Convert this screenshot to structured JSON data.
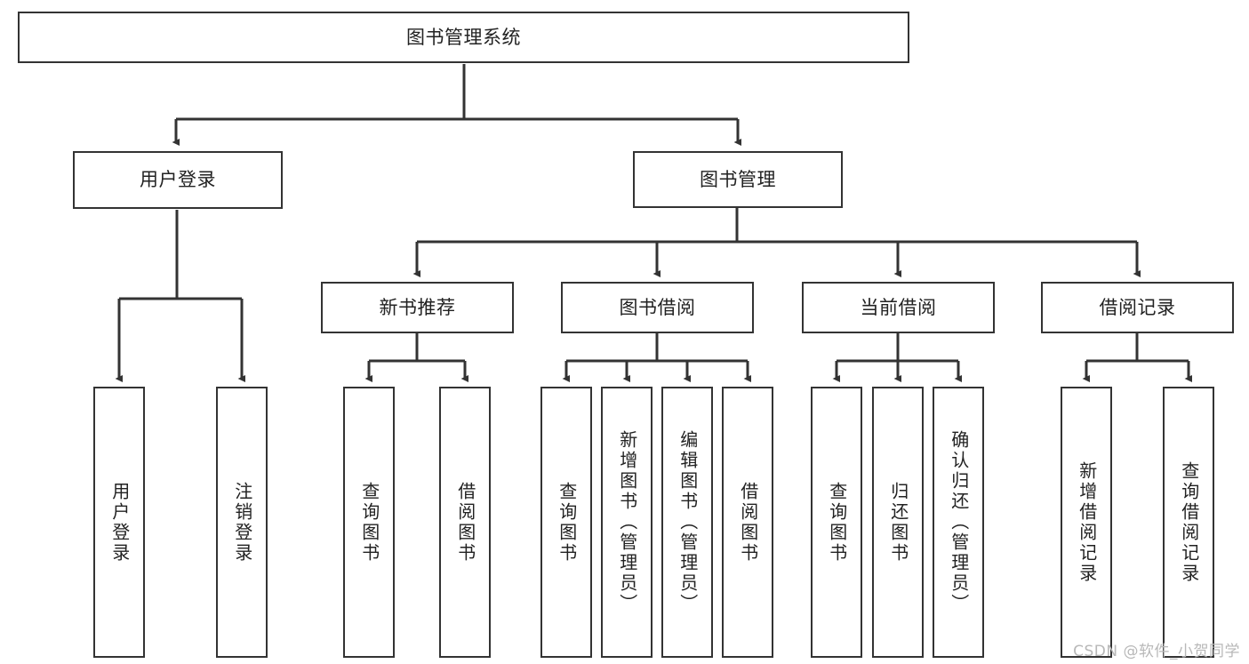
{
  "diagram": {
    "type": "tree-hierarchy",
    "title": "图书管理系统",
    "orientation": "top-down",
    "line_color": "#333333",
    "box_fill": "#ffffff",
    "text_color": "#222222",
    "background": "#ffffff",
    "levels": 4,
    "nodes": {
      "root": {
        "label": "图书管理系统",
        "level": 0,
        "orientation": "horizontal"
      },
      "l1_user_login": {
        "label": "用户登录",
        "level": 1,
        "orientation": "horizontal"
      },
      "l1_book_manage": {
        "label": "图书管理",
        "level": 1,
        "orientation": "horizontal"
      },
      "l2_new_book_rec": {
        "label": "新书推荐",
        "level": 2,
        "orientation": "horizontal"
      },
      "l2_book_borrow": {
        "label": "图书借阅",
        "level": 2,
        "orientation": "horizontal"
      },
      "l2_current_borrow": {
        "label": "当前借阅",
        "level": 2,
        "orientation": "horizontal"
      },
      "l2_borrow_record": {
        "label": "借阅记录",
        "level": 2,
        "orientation": "horizontal"
      },
      "l3_user_login": {
        "label": "用户登录",
        "level": 3,
        "orientation": "vertical"
      },
      "l3_logout_login": {
        "label": "注销登录",
        "level": 3,
        "orientation": "vertical"
      },
      "l3_query_book_a": {
        "label": "查询图书",
        "level": 3,
        "orientation": "vertical"
      },
      "l3_borrow_book_a": {
        "label": "借阅图书",
        "level": 3,
        "orientation": "vertical"
      },
      "l3_query_book_b": {
        "label": "查询图书",
        "level": 3,
        "orientation": "vertical"
      },
      "l3_add_book": {
        "label": "新增图书（管理员）",
        "level": 3,
        "orientation": "vertical"
      },
      "l3_edit_book": {
        "label": "编辑图书（管理员）",
        "level": 3,
        "orientation": "vertical"
      },
      "l3_borrow_book_b": {
        "label": "借阅图书",
        "level": 3,
        "orientation": "vertical"
      },
      "l3_query_book_c": {
        "label": "查询图书",
        "level": 3,
        "orientation": "vertical"
      },
      "l3_return_book": {
        "label": "归还图书",
        "level": 3,
        "orientation": "vertical"
      },
      "l3_confirm_return": {
        "label": "确认归还（管理员）",
        "level": 3,
        "orientation": "vertical"
      },
      "l3_add_record": {
        "label": "新增借阅记录",
        "level": 3,
        "orientation": "vertical"
      },
      "l3_query_record": {
        "label": "查询借阅记录",
        "level": 3,
        "orientation": "vertical"
      }
    },
    "edges": [
      {
        "from": "root",
        "to": "l1_user_login"
      },
      {
        "from": "root",
        "to": "l1_book_manage"
      },
      {
        "from": "l1_user_login",
        "to": "l3_user_login"
      },
      {
        "from": "l1_user_login",
        "to": "l3_logout_login"
      },
      {
        "from": "l1_book_manage",
        "to": "l2_new_book_rec"
      },
      {
        "from": "l1_book_manage",
        "to": "l2_book_borrow"
      },
      {
        "from": "l1_book_manage",
        "to": "l2_current_borrow"
      },
      {
        "from": "l1_book_manage",
        "to": "l2_borrow_record"
      },
      {
        "from": "l2_new_book_rec",
        "to": "l3_query_book_a"
      },
      {
        "from": "l2_new_book_rec",
        "to": "l3_borrow_book_a"
      },
      {
        "from": "l2_book_borrow",
        "to": "l3_query_book_b"
      },
      {
        "from": "l2_book_borrow",
        "to": "l3_add_book"
      },
      {
        "from": "l2_book_borrow",
        "to": "l3_edit_book"
      },
      {
        "from": "l2_book_borrow",
        "to": "l3_borrow_book_b"
      },
      {
        "from": "l2_current_borrow",
        "to": "l3_query_book_c"
      },
      {
        "from": "l2_current_borrow",
        "to": "l3_return_book"
      },
      {
        "from": "l2_current_borrow",
        "to": "l3_confirm_return"
      },
      {
        "from": "l2_borrow_record",
        "to": "l3_add_record"
      },
      {
        "from": "l2_borrow_record",
        "to": "l3_query_record"
      }
    ]
  },
  "watermark": {
    "text": "CSDN @软件_小贺同学"
  }
}
